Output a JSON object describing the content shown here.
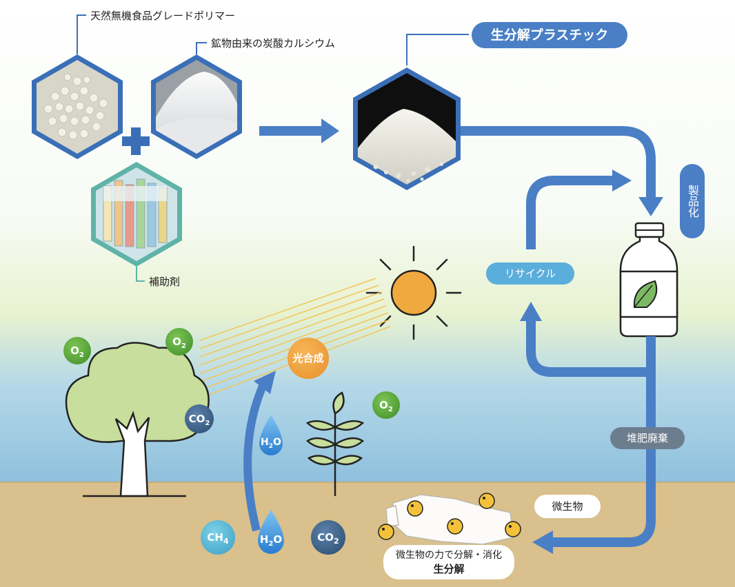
{
  "labels": {
    "polymer": "天然無機食品グレードポリマー",
    "calcium": "鉱物由来の炭酸カルシウム",
    "additive": "補助剤",
    "bioplastic": "生分解プラスチック",
    "manufacture": "製品化",
    "recycle": "リサイクル",
    "compost": "堆肥廃棄",
    "microbe": "微生物",
    "decompose_line1": "微生物の力で分解・消化",
    "decompose_line2": "生分解",
    "photosynthesis": "光合成"
  },
  "molecules": {
    "o2": "O",
    "o2_sub": "2",
    "co2": "CO",
    "co2_sub": "2",
    "h2o_pre": "H",
    "h2o_sub": "2",
    "h2o_post": "O",
    "ch4": "CH",
    "ch4_sub": "4"
  },
  "colors": {
    "arrow_blue": "#4a7fc6",
    "hex_blue": "#3a6fb8",
    "hex_teal": "#5fb3a8",
    "green_mol": "#5aa83a",
    "navy_mol": "#3e6288",
    "water_drop": "#3c8fd8",
    "sun": "#f0a93e",
    "tree_fill": "#c7de9c",
    "soil": "#d9c08c"
  }
}
